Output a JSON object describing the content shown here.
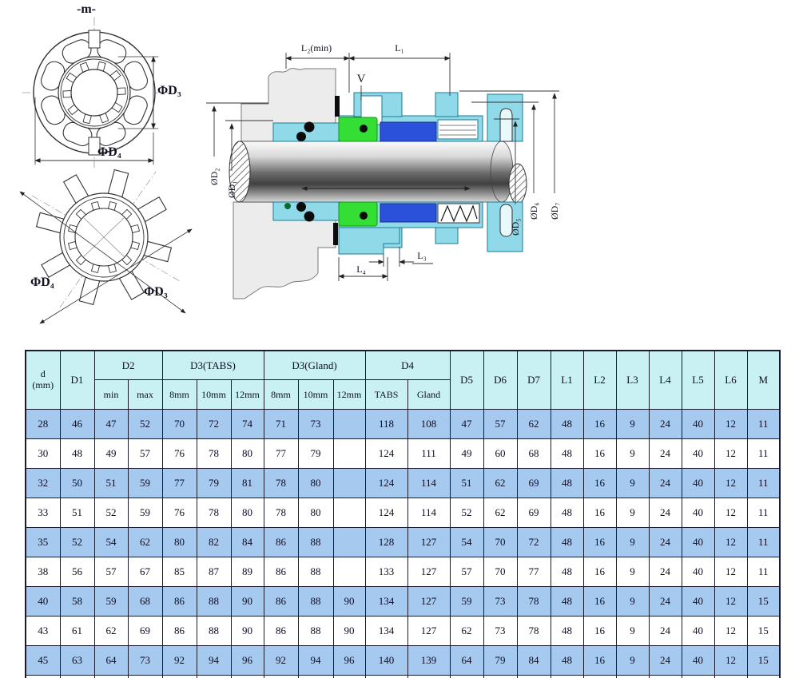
{
  "drawing": {
    "flange_view": {
      "m_label": "-m-",
      "d3_label": "ΦD₃",
      "d4_label": "ΦD₄"
    },
    "tabs_view": {
      "d4_label": "ΦD₄",
      "d3_label": "ΦD₃"
    },
    "section_view": {
      "l2_label": "L₂(min)",
      "l1_label": "L₁",
      "v_label": "V",
      "d2_label": "ØD₂",
      "d1_label": "ØD₁",
      "d5_label": "ØD₅",
      "d6_label": "ØD₆",
      "d7_label": "ØD₇",
      "l3_label": "L₃",
      "l4_label": "L₄"
    },
    "colors": {
      "seal_body_cyan": "#8fd9e8",
      "elastomer_green": "#35de35",
      "ring_blue": "#2b50d9",
      "oring_black": "#0c0c0c",
      "housing_gray": "#ececec"
    }
  },
  "table": {
    "colors": {
      "header_bg": "#c9f0f2",
      "highlight_row": "#a6c9ef",
      "plain_row": "#ffffff",
      "border": "#1a1a2e"
    },
    "header": {
      "col_d_line1": "d",
      "col_d_line2": "(mm)",
      "col_d1": "D1",
      "col_d2": "D2",
      "col_d2_min": "min",
      "col_d2_max": "max",
      "col_d3_tabs": "D3(TABS)",
      "col_d3_gland": "D3(Gland)",
      "col_8mm": "8mm",
      "col_10mm": "10mm",
      "col_12mm": "12mm",
      "col_d4": "D4",
      "col_d4_tabs": "TABS",
      "col_d4_gland": "Gland",
      "col_d5": "D5",
      "col_d6": "D6",
      "col_d7": "D7",
      "col_l1": "L1",
      "col_l2": "L2",
      "col_l3": "L3",
      "col_l4": "L4",
      "col_l5": "L5",
      "col_l6": "L6",
      "col_m": "M"
    },
    "rows": [
      {
        "highlight": true,
        "values": [
          "28",
          "46",
          "47",
          "52",
          "70",
          "72",
          "74",
          "71",
          "73",
          "",
          "118",
          "108",
          "47",
          "57",
          "62",
          "48",
          "16",
          "9",
          "24",
          "40",
          "12",
          "11"
        ]
      },
      {
        "highlight": false,
        "values": [
          "30",
          "48",
          "49",
          "57",
          "76",
          "78",
          "80",
          "77",
          "79",
          "",
          "124",
          "111",
          "49",
          "60",
          "68",
          "48",
          "16",
          "9",
          "24",
          "40",
          "12",
          "11"
        ]
      },
      {
        "highlight": true,
        "values": [
          "32",
          "50",
          "51",
          "59",
          "77",
          "79",
          "81",
          "78",
          "80",
          "",
          "124",
          "114",
          "51",
          "62",
          "69",
          "48",
          "16",
          "9",
          "24",
          "40",
          "12",
          "11"
        ]
      },
      {
        "highlight": false,
        "values": [
          "33",
          "51",
          "52",
          "59",
          "76",
          "78",
          "80",
          "78",
          "80",
          "",
          "124",
          "114",
          "52",
          "62",
          "69",
          "48",
          "16",
          "9",
          "24",
          "40",
          "12",
          "11"
        ]
      },
      {
        "highlight": true,
        "values": [
          "35",
          "52",
          "54",
          "62",
          "80",
          "82",
          "84",
          "86",
          "88",
          "",
          "128",
          "127",
          "54",
          "70",
          "72",
          "48",
          "16",
          "9",
          "24",
          "40",
          "12",
          "11"
        ]
      },
      {
        "highlight": false,
        "values": [
          "38",
          "56",
          "57",
          "67",
          "85",
          "87",
          "89",
          "86",
          "88",
          "",
          "133",
          "127",
          "57",
          "70",
          "77",
          "48",
          "16",
          "9",
          "24",
          "40",
          "12",
          "11"
        ]
      },
      {
        "highlight": true,
        "values": [
          "40",
          "58",
          "59",
          "68",
          "86",
          "88",
          "90",
          "86",
          "88",
          "90",
          "134",
          "127",
          "59",
          "73",
          "78",
          "48",
          "16",
          "9",
          "24",
          "40",
          "12",
          "15"
        ]
      },
      {
        "highlight": false,
        "values": [
          "43",
          "61",
          "62",
          "69",
          "86",
          "88",
          "90",
          "86",
          "88",
          "90",
          "134",
          "127",
          "62",
          "73",
          "78",
          "48",
          "16",
          "9",
          "24",
          "40",
          "12",
          "15"
        ]
      },
      {
        "highlight": true,
        "values": [
          "45",
          "63",
          "64",
          "73",
          "92",
          "94",
          "96",
          "92",
          "94",
          "96",
          "140",
          "139",
          "64",
          "79",
          "84",
          "48",
          "16",
          "9",
          "24",
          "40",
          "12",
          "15"
        ]
      }
    ]
  }
}
